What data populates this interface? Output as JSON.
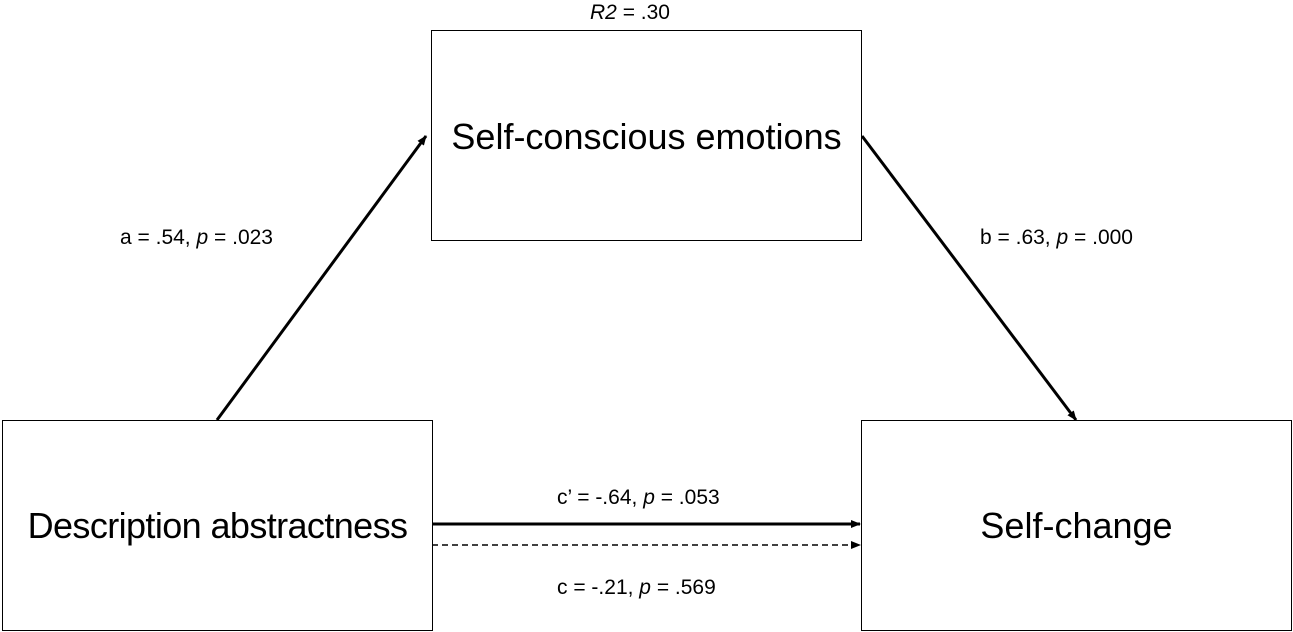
{
  "r2": {
    "symbol": "R2",
    "rest": " = .30"
  },
  "nodes": {
    "mediator": "Self-conscious emotions",
    "predictor": "Description abstractness",
    "outcome": "Self-change"
  },
  "paths": {
    "a": {
      "pre": "a = .54, ",
      "p_symbol": "p",
      "post": " = .023"
    },
    "b": {
      "pre": "b = .63, ",
      "p_symbol": "p",
      "post": " = .000"
    },
    "c_prime": {
      "pre": "c’ = -.64, ",
      "p_symbol": "p",
      "post": " = .053"
    },
    "c": {
      "pre": "c = -.21, ",
      "p_symbol": "p",
      "post": " = .569"
    }
  }
}
